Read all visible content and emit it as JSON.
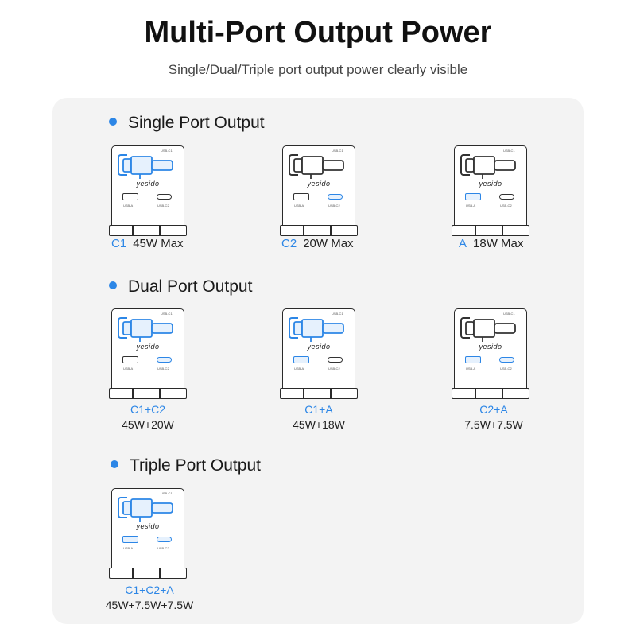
{
  "header": {
    "title": "Multi-Port Output Power",
    "subtitle": "Single/Dual/Triple port output power clearly visible"
  },
  "brand_text": "yesido",
  "port_labels": {
    "usb_a": "USB-A",
    "usb_c2": "USB-C2",
    "usb_c1": "USB-C1"
  },
  "accent_color": "#2c86e6",
  "sections": {
    "single": {
      "heading": "Single Port Output",
      "items": [
        {
          "port": "C1",
          "watt": "45W Max",
          "active": [
            "c1"
          ]
        },
        {
          "port": "C2",
          "watt": "20W Max",
          "active": [
            "c2"
          ]
        },
        {
          "port": "A",
          "watt": "18W Max",
          "active": [
            "a"
          ]
        }
      ]
    },
    "dual": {
      "heading": "Dual Port Output",
      "items": [
        {
          "port": "C1+C2",
          "watt": "45W+20W",
          "active": [
            "c1",
            "c2"
          ]
        },
        {
          "port": "C1+A",
          "watt": "45W+18W",
          "active": [
            "c1",
            "a"
          ]
        },
        {
          "port": "C2+A",
          "watt": "7.5W+7.5W",
          "active": [
            "c2",
            "a"
          ]
        }
      ]
    },
    "triple": {
      "heading": "Triple Port Output",
      "items": [
        {
          "port": "C1+C2+A",
          "watt": "45W+7.5W+7.5W",
          "active": [
            "c1",
            "c2",
            "a"
          ]
        }
      ]
    }
  }
}
